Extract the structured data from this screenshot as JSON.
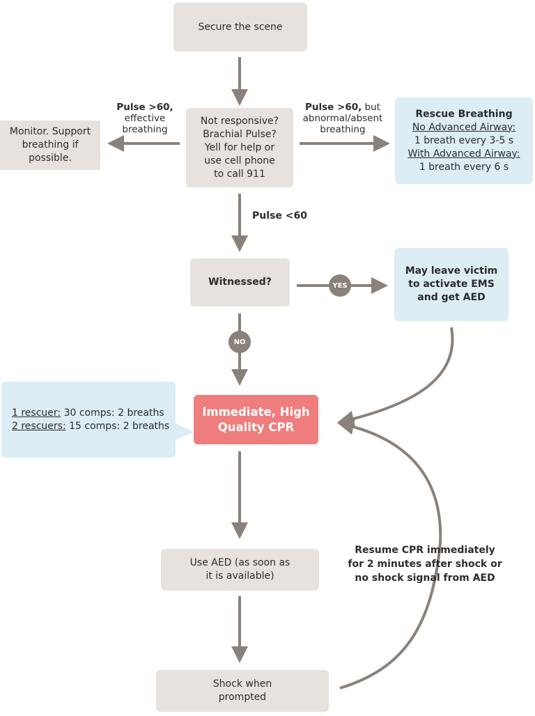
{
  "nodes": {
    "secure": "Secure the scene",
    "check": [
      "Not responsive?",
      "Brachial Pulse?",
      "Yell for help or",
      "use cell phone",
      "to call 911"
    ],
    "monitor": [
      "Monitor. Support",
      "breathing if",
      "possible."
    ],
    "rescue": {
      "title": "Rescue Breathing",
      "no_airway": "No Advanced Airway:",
      "no_airway_rate": "1 breath every 3-5 s",
      "with_airway": "With Advanced Airway:",
      "with_airway_rate": "1 breath every 6 s"
    },
    "witnessed": "Witnessed?",
    "ems": [
      "May leave victim",
      "to activate EMS",
      "and get AED"
    ],
    "cpr": [
      "Immediate, High",
      "Quality CPR"
    ],
    "ratio": {
      "one_label": "1 rescuer:",
      "one_value": " 30 comps: 2 breaths",
      "two_label": "2 rescuers:",
      "two_value": " 15 comps: 2 breaths"
    },
    "aed": [
      "Use AED (as soon as",
      "it is available)"
    ],
    "shock": [
      "Shock when",
      "prompted"
    ]
  },
  "labels": {
    "left_bold": "Pulse >60,",
    "left_rest": [
      "effective",
      "breathing"
    ],
    "right_bold": "Pulse >60,",
    "right_inline": " but",
    "right_rest": [
      "abnormal/absent",
      "breathing"
    ],
    "pulse_low": "Pulse <60",
    "yes": "YES",
    "no": "NO",
    "resume": [
      "Resume CPR immediately",
      "for 2 minutes after shock or",
      "no shock signal from AED"
    ]
  },
  "colors": {
    "arrow": "#8a817b",
    "grey_box": "#e7e2dd",
    "blue_box": "#dcedf3",
    "cpr_box": "#ef7d7e"
  }
}
